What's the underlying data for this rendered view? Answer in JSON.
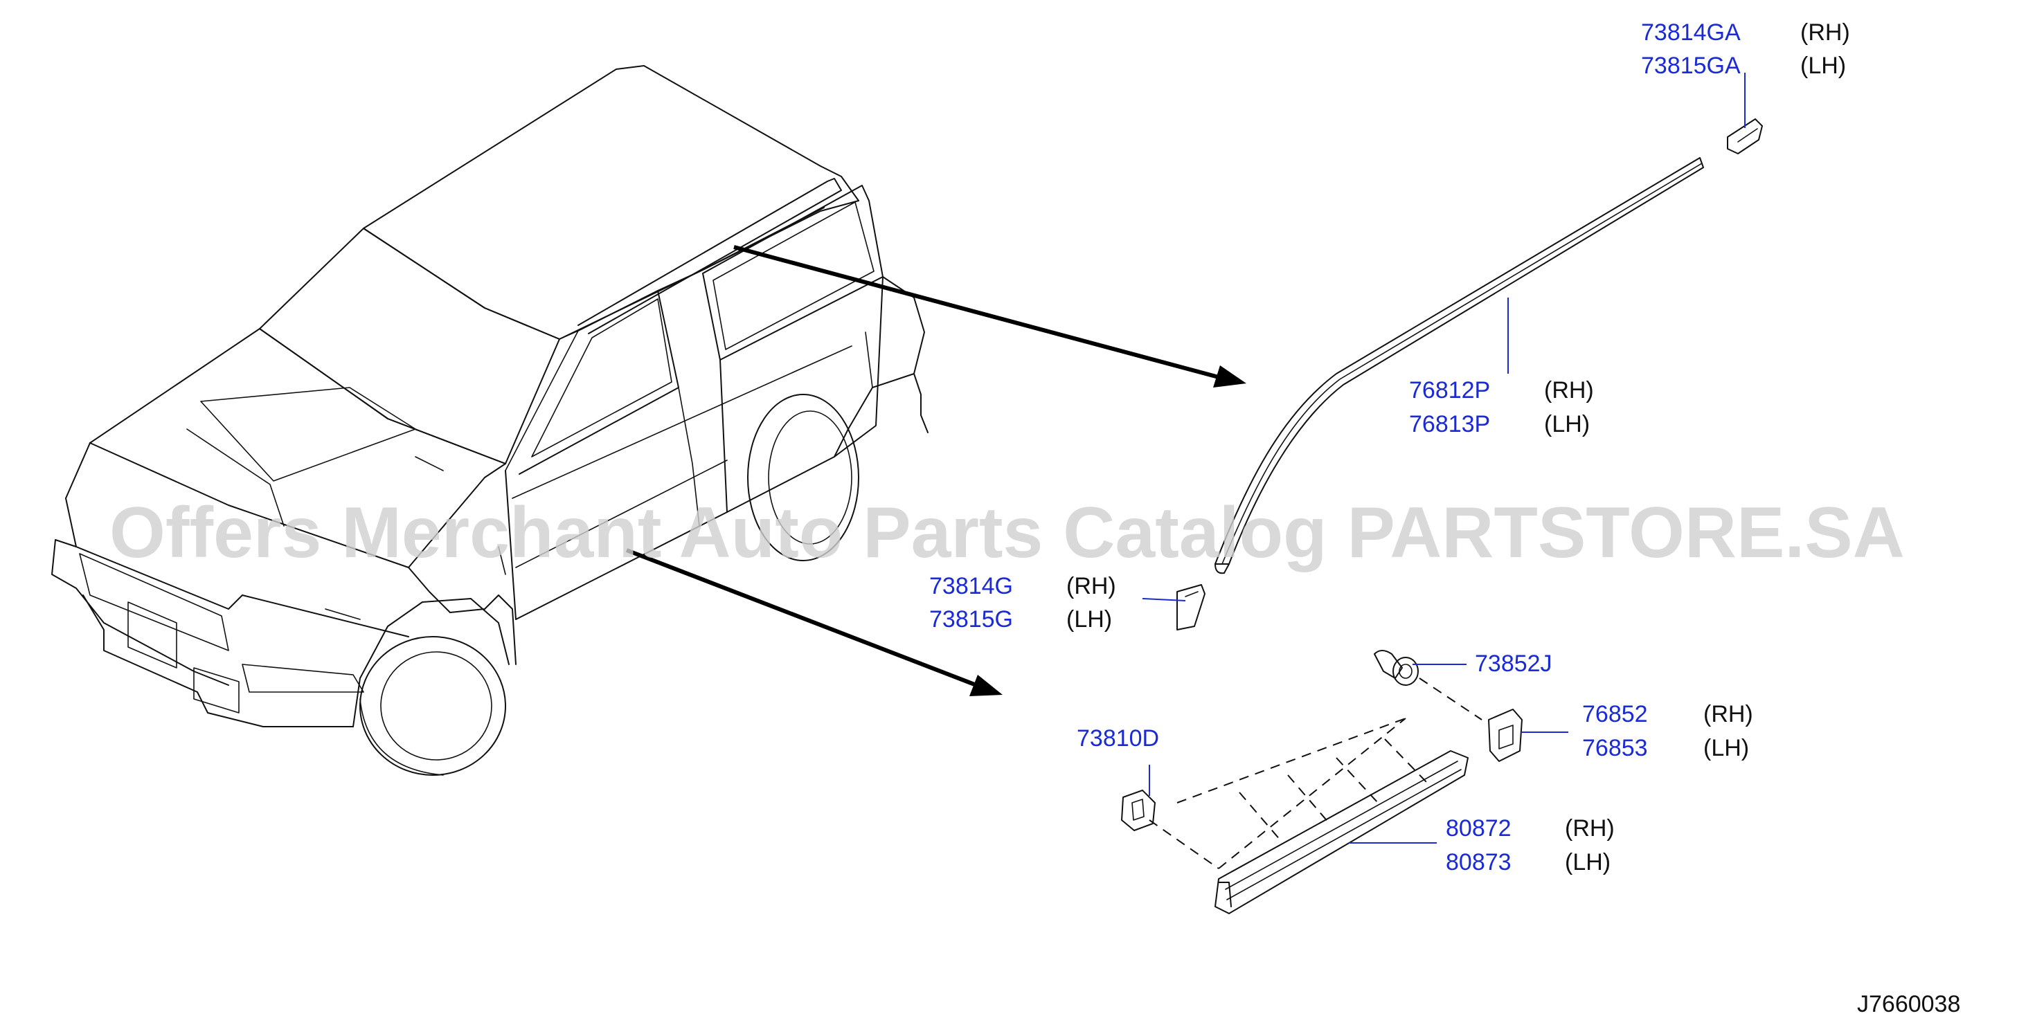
{
  "watermark": "Offers Merchant Auto Parts Catalog PARTSTORE.SA",
  "diagram_ref": "J7660038",
  "colors": {
    "part_number": "#1a2bd6",
    "line": "#111111",
    "watermark": "#cfcfcf"
  },
  "callouts": {
    "c73814GA": {
      "part": "73814GA",
      "side": "(RH)"
    },
    "c73815GA": {
      "part": "73815GA",
      "side": "(LH)"
    },
    "c76812P": {
      "part": "76812P",
      "side": "(RH)"
    },
    "c76813P": {
      "part": "76813P",
      "side": "(LH)"
    },
    "c73814G": {
      "part": "73814G",
      "side": "(RH)"
    },
    "c73815G": {
      "part": "73815G",
      "side": "(LH)"
    },
    "c73852J": {
      "part": "73852J"
    },
    "c76852": {
      "part": "76852",
      "side": "(RH)"
    },
    "c76853": {
      "part": "76853",
      "side": "(LH)"
    },
    "c73810D": {
      "part": "73810D"
    },
    "c80872": {
      "part": "80872",
      "side": "(RH)"
    },
    "c80873": {
      "part": "80873",
      "side": "(LH)"
    }
  }
}
